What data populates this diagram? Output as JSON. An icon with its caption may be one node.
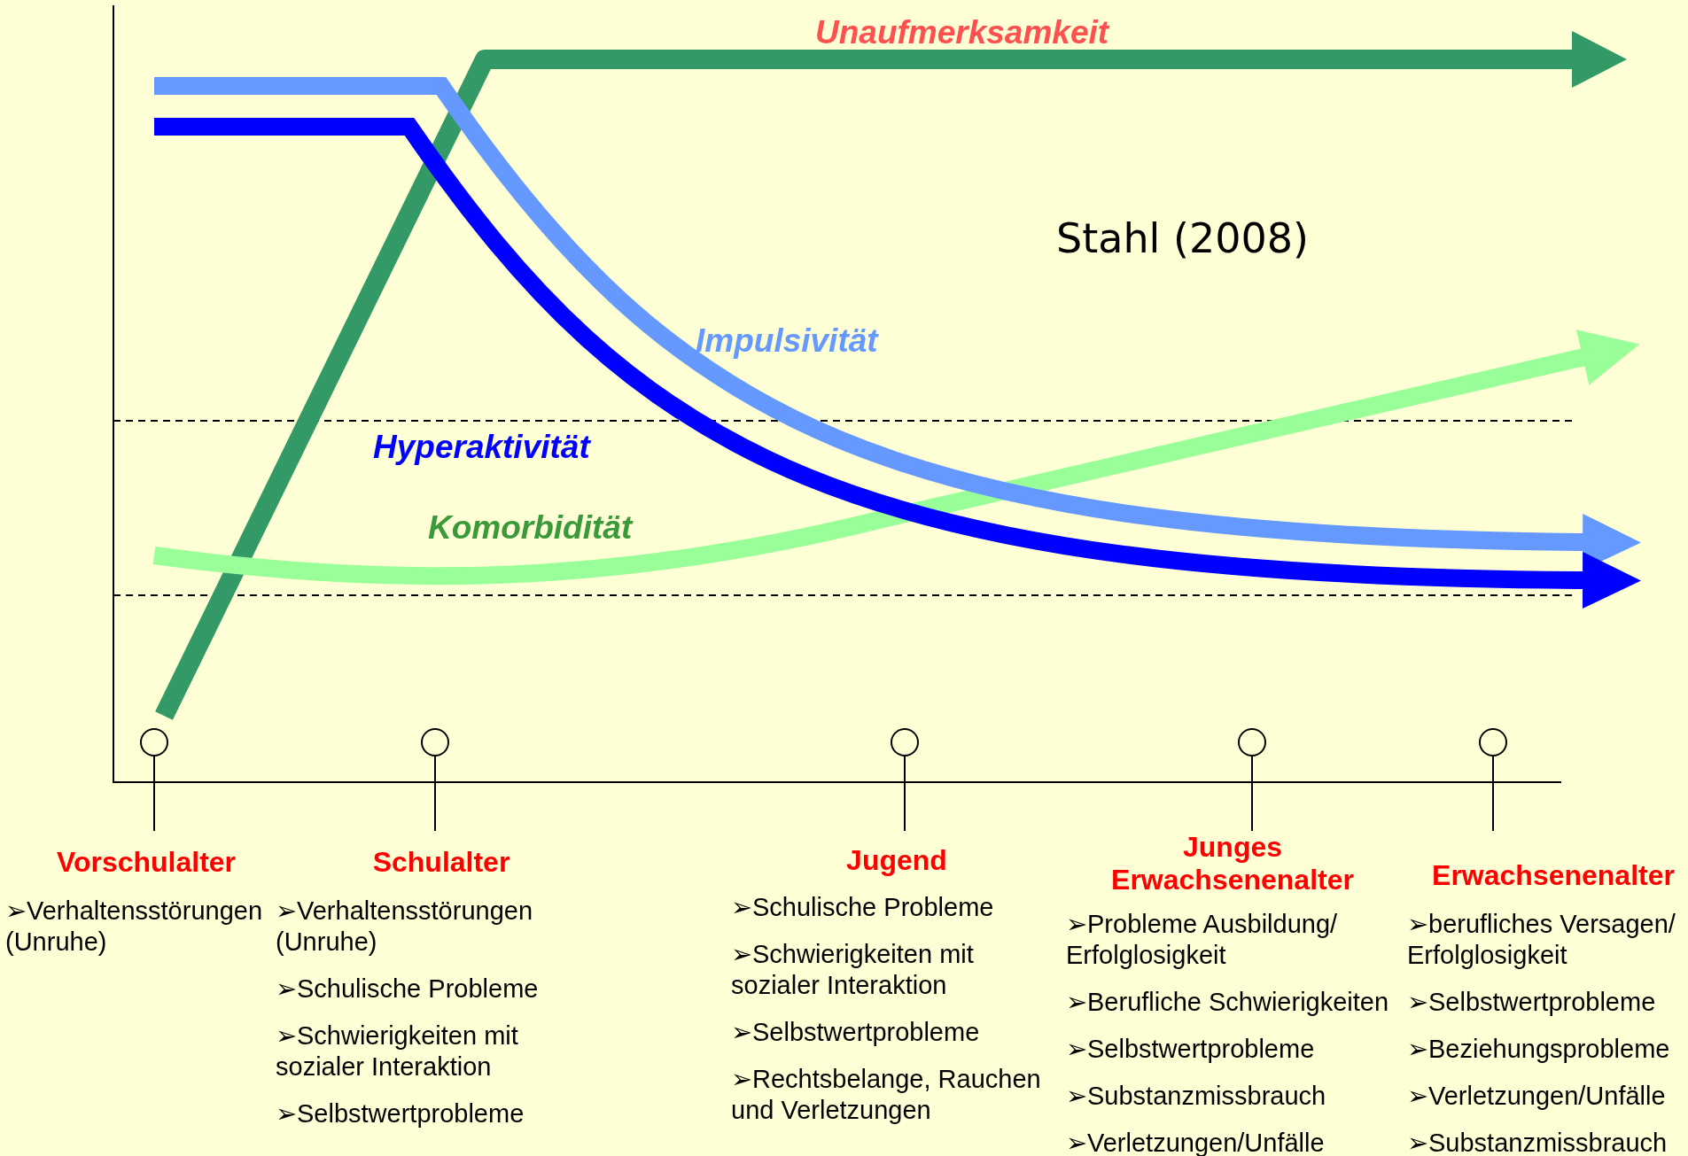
{
  "diagram": {
    "labels": [
      "Unaufmerksamkeit",
      "Stahl (2008)",
      "Impulsivität",
      "Hyperaktivität",
      "Komorbidität",
      "Vorschulalter",
      "➢Verhaltensstörungen (Unruhe)",
      "Schulalter",
      "➢Verhaltensstörungen (Unruhe)",
      "➢Schulische Probleme",
      "➢Schwierigkeiten mit sozialer Interaktion",
      "➢Selbstwertprobleme",
      "Jugend",
      "➢Schulische Probleme",
      "➢Schwierigkeiten mit sozialer Interaktion",
      "➢Selbstwertprobleme",
      "➢Rechtsbelange, Rauchen und Verletzungen",
      "Junges Erwachsenenalter",
      "➢Probleme Ausbildung/ Erfolglosigkeit",
      "➢Berufliche Schwierigkeiten",
      "➢Selbstwertprobleme",
      "➢Substanzmissbrauch",
      "➢Verletzungen/Unfälle",
      "Erwachsenenalter",
      "➢berufliches Versagen/ Erfolglosigkeit",
      "➢Selbstwertprobleme",
      "➢Beziehungsprobleme",
      "➢Verletzungen/Unfälle",
      "➢Substanzmissbrauch"
    ]
  }
}
